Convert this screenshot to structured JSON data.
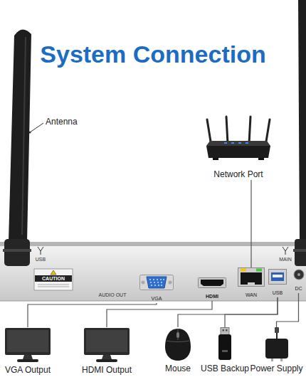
{
  "diagram": {
    "title": "System Connection",
    "nodes": [
      {
        "text": [
          "Network Port"
        ]
      },
      {
        "text": [
          "VGA"
        ]
      },
      {
        "text": [
          "HDMI"
        ]
      },
      {
        "text": [
          "WAN"
        ]
      },
      {
        "text": [
          "USB"
        ]
      },
      {
        "text": [
          "VGA Output"
        ]
      },
      {
        "text": [
          "HDMI Output"
        ]
      },
      {
        "text": [
          "Mouse"
        ]
      },
      {
        "text": [
          "USB Backup"
        ]
      },
      {
        "text": [
          "Power Supply"
        ]
      },
      {
        "text": [
          "DC"
        ]
      }
    ],
    "edges": [
      {
        "from": 3,
        "to": 0,
        "arrow": "none"
      },
      {
        "from": 1,
        "to": 5,
        "arrow": "none"
      },
      {
        "from": 2,
        "to": 6,
        "arrow": "none"
      },
      {
        "from": 4,
        "to": 7,
        "arrow": "none"
      },
      {
        "from": 4,
        "to": 8,
        "arrow": "none"
      },
      {
        "from": 10,
        "to": 9,
        "arrow": "none"
      }
    ],
    "labels": [
      "Antenna",
      "USB",
      "MAIN",
      "CAUTION",
      "AUDIO OUT"
    ]
  }
}
